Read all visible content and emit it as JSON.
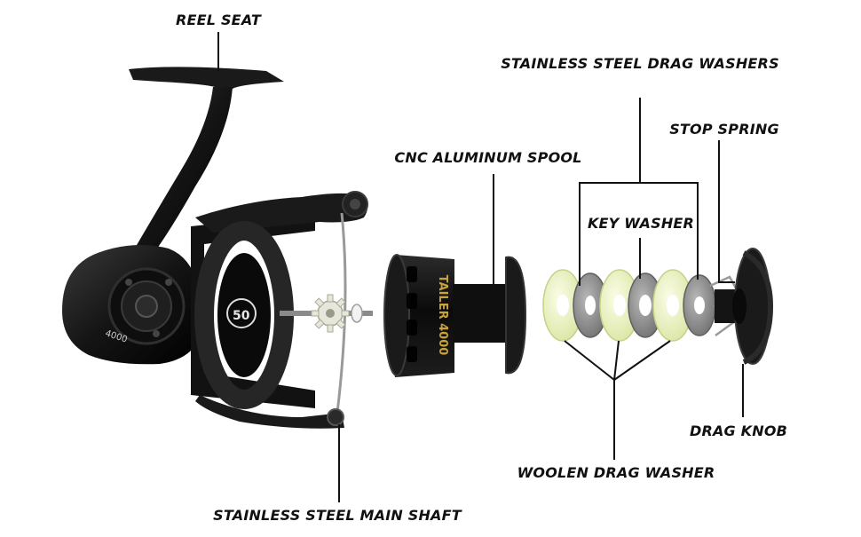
{
  "labels": {
    "reel_seat": "REEL SEAT",
    "drag_washers": "STAINLESS STEEL DRAG WASHERS",
    "stop_spring": "STOP SPRING",
    "spool": "CNC ALUMINUM SPOOL",
    "key_washer": "KEY WASHER",
    "drag_knob": "DRAG KNOB",
    "woolen_washer": "WOOLEN DRAG WASHER",
    "main_shaft": "STAINLESS STEEL MAIN SHAFT"
  },
  "product_text": {
    "spool_brand": "TAILER 4000",
    "body_model": "4000",
    "logo_number": "50"
  },
  "colors": {
    "reel_body": "#111111",
    "spool_accent": "#c9a23a",
    "steel_washer": "#8c8c8c",
    "woolen_washer": "#e8efc2",
    "leader_line": "#111111"
  }
}
